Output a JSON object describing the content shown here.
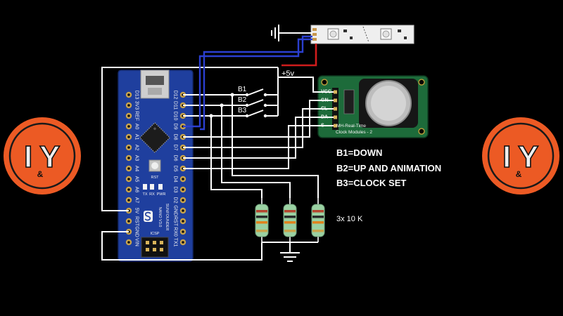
{
  "logo": {
    "first_letter": "I",
    "ampersand": "&",
    "second_letter": "Y"
  },
  "nano": {
    "left_pins": [
      "D13",
      "3V3",
      "REF",
      "A0",
      "A1",
      "A2",
      "A3",
      "A4",
      "A5",
      "A6",
      "A7",
      "5V",
      "RST",
      "GND",
      "VIN"
    ],
    "right_pins": [
      "D12",
      "D11",
      "D10",
      "D9",
      "D8",
      "D7",
      "D6",
      "D5",
      "D4",
      "D3",
      "D2",
      "GND",
      "RST",
      "RX0",
      "TX1"
    ],
    "brand": "SUNFOUNDER",
    "model": "NANO V3.0",
    "reset_label": "RST",
    "led_labels": [
      "TX",
      "RX",
      "PWR"
    ],
    "icsp_label": "ICSP"
  },
  "buttons": [
    "B1",
    "B2",
    "B3"
  ],
  "supply_label": "+5v",
  "rtc": {
    "pins": [
      "VCC",
      "GN",
      "CL",
      "DA",
      "S"
    ],
    "title": "MH-Real-Time",
    "subtitle": "Clock Modules - 2"
  },
  "legend": [
    "B1=DOWN",
    "B2=UP AND ANIMATION",
    "B3=CLOCK SET"
  ],
  "resistor_note": "3x 10 K",
  "colors": {
    "background": "#000000",
    "logo_orange": "#ec5a24",
    "board_blue": "#1f3f9e",
    "rtc_green": "#1d6b3a",
    "wire": "#ffffff",
    "data_wire": "#2b3fd0",
    "power_wire": "#d01c1c",
    "resistor_body": "#9ad1a2"
  }
}
